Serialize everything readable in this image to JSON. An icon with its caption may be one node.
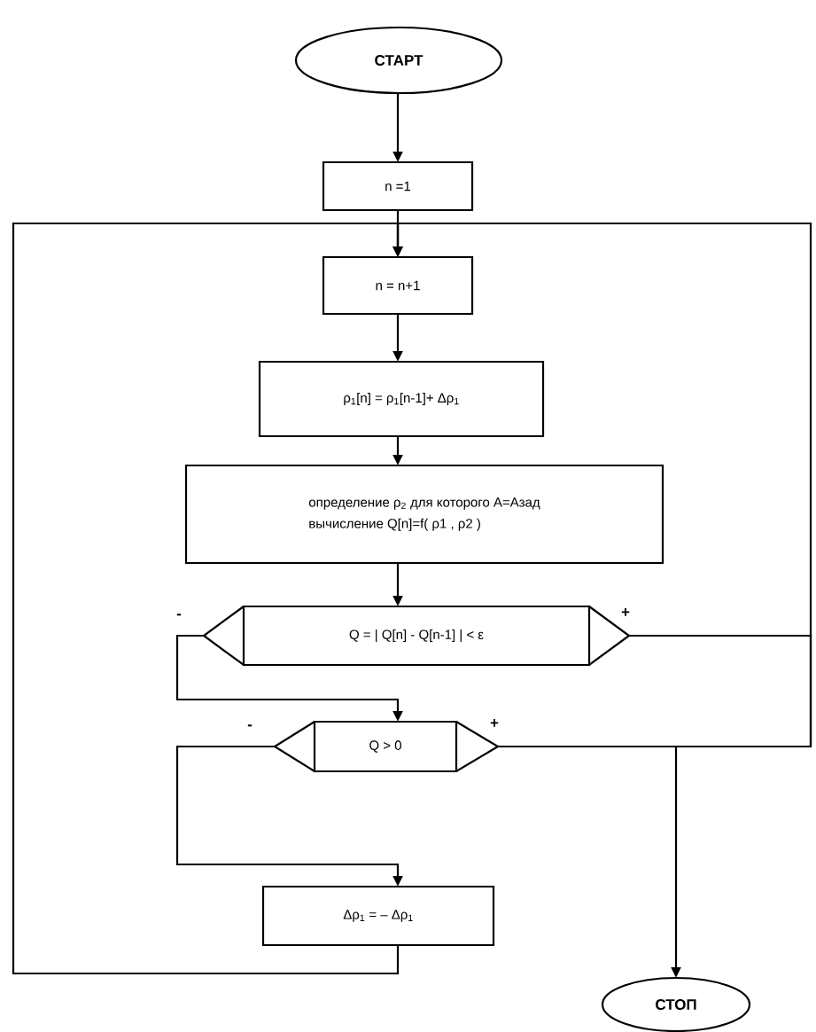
{
  "diagram": {
    "nodes": [
      {
        "text": [
          "СТАРТ"
        ]
      },
      {
        "text": [
          "n =1"
        ]
      },
      {
        "text": [
          "n = n+1"
        ]
      },
      {
        "text": [
          "ρ$_{1}$[n] = ρ$_{1}$[n-1]+ Δρ$_{1}$"
        ]
      },
      {
        "text": [
          "определение ρ$_{2}$ для которого A=Aзад",
          "вычисление Q[n]=f( ρ1 , ρ2 )"
        ]
      },
      {
        "text": [
          "Q = | Q[n] - Q[n-1] | < ε"
        ]
      },
      {
        "text": [
          "Q > 0"
        ]
      },
      {
        "text": [
          "Δρ$_{1}$ = – Δρ$_{1}$"
        ]
      },
      {
        "text": [
          "СТОП"
        ]
      }
    ],
    "edges": [
      {
        "from": 0,
        "to": 1,
        "arrow": "to"
      },
      {
        "from": 1,
        "to": 2,
        "arrow": "to"
      },
      {
        "from": 2,
        "to": 3,
        "arrow": "to"
      },
      {
        "from": 3,
        "to": 4,
        "arrow": "to"
      },
      {
        "from": 4,
        "to": 5,
        "arrow": "to"
      },
      {
        "from": 5,
        "to": 6,
        "arrow": "to",
        "label": "-"
      },
      {
        "from": 5,
        "to": 8,
        "arrow": "to",
        "label": "+"
      },
      {
        "from": 6,
        "to": 7,
        "arrow": "to",
        "label": "-"
      },
      {
        "from": 6,
        "to": 2,
        "arrow": "to",
        "label": "+"
      },
      {
        "from": 7,
        "to": 2,
        "arrow": "to"
      }
    ]
  }
}
